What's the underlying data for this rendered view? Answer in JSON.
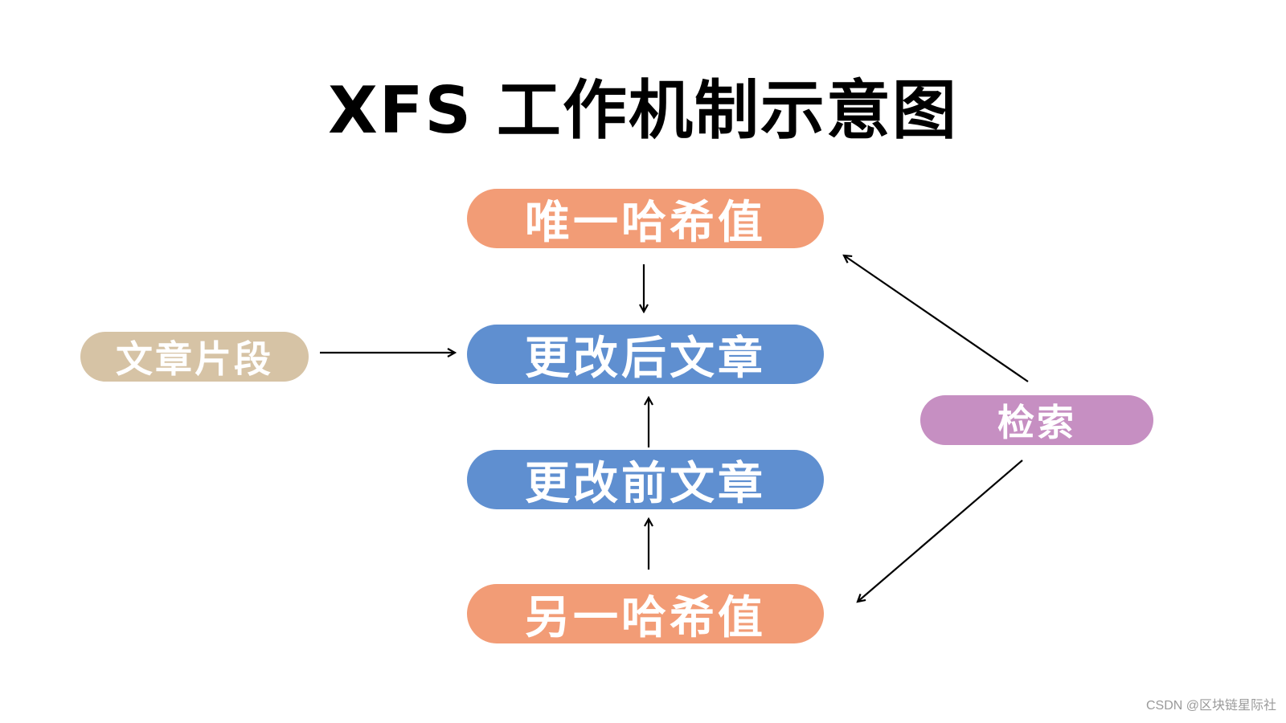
{
  "title": "XFS 工作机制示意图",
  "nodes": {
    "unique_hash": "唯一哈希值",
    "after_article": "更改后文章",
    "before_article": "更改前文章",
    "another_hash": "另一哈希值",
    "fragment": "文章片段",
    "retrieve": "检索"
  },
  "colors": {
    "hash_node": "#f29c76",
    "article_node": "#5f8fd0",
    "fragment_node": "#d6c3a5",
    "retrieve_node": "#c68fc2",
    "arrow": "#000000",
    "title": "#000000",
    "node_text": "#ffffff"
  },
  "edges": [
    {
      "from": "唯一哈希值",
      "to": "更改后文章"
    },
    {
      "from": "文章片段",
      "to": "更改后文章"
    },
    {
      "from": "更改前文章",
      "to": "更改后文章"
    },
    {
      "from": "另一哈希值",
      "to": "更改前文章"
    },
    {
      "from": "检索",
      "to": "唯一哈希值"
    },
    {
      "from": "检索",
      "to": "另一哈希值"
    }
  ],
  "watermark": "CSDN @区块链星际社"
}
